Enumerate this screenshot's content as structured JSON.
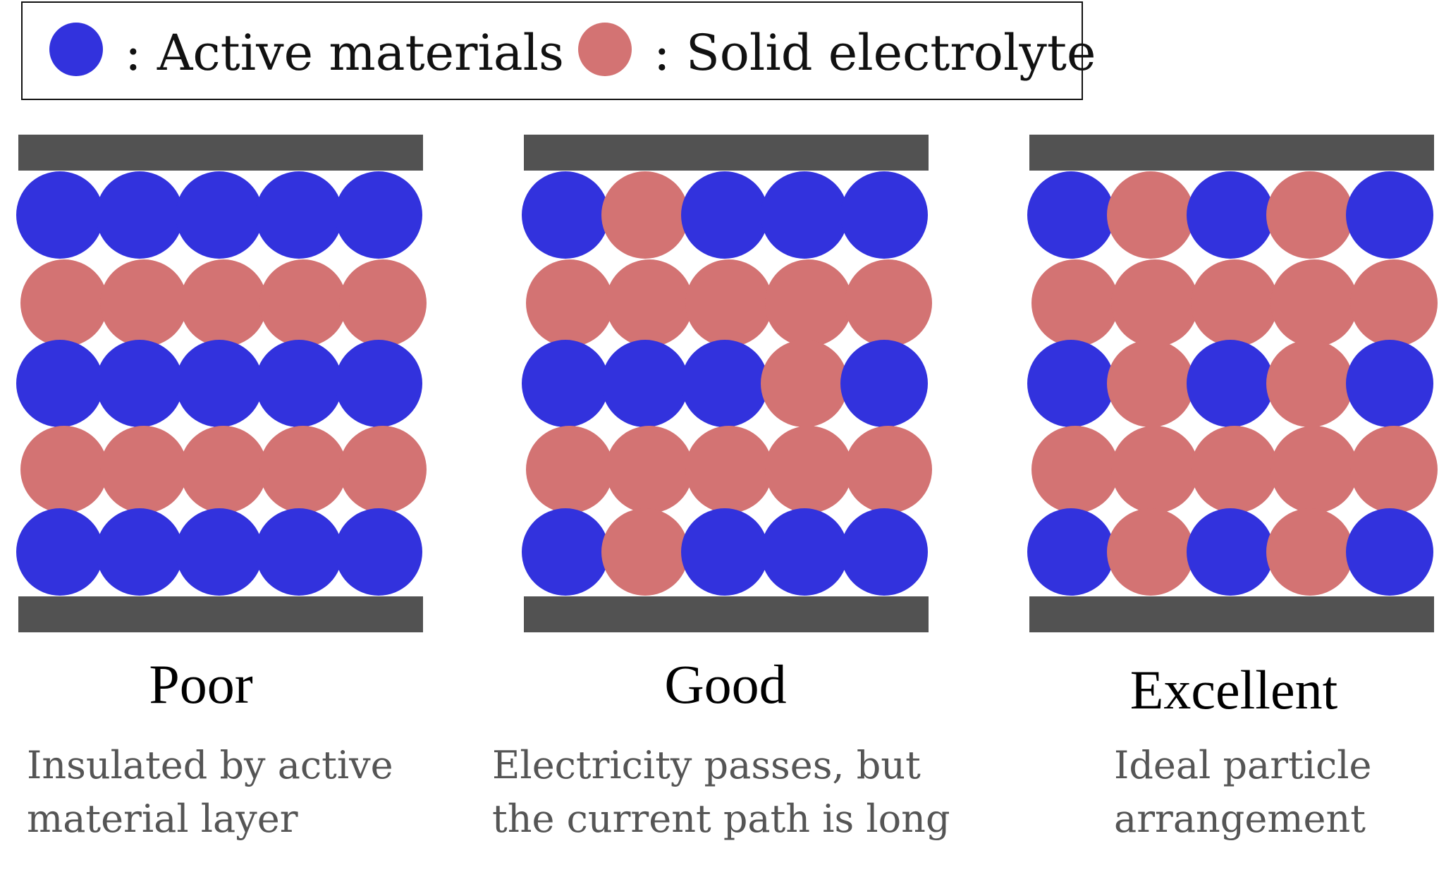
{
  "legend": {
    "active": {
      "label": ": Active materials",
      "color": "#3232dd"
    },
    "electrolyte": {
      "label": ": Solid electrolyte",
      "color": "#d37373"
    }
  },
  "colors": {
    "electrode": "#525252"
  },
  "panels": [
    {
      "title": "Poor",
      "caption_lines": [
        "Insulated by active",
        "material layer"
      ],
      "grid": [
        "AAAAA",
        "EEEEE",
        "AAAAA",
        "EEEEE",
        "AAAAA"
      ]
    },
    {
      "title": "Good",
      "caption_lines": [
        "Electricity passes, but",
        "the current path is long"
      ],
      "grid": [
        "AEAAA",
        "EEEEE",
        "AAAEA",
        "EEEEE",
        "AEAAA"
      ]
    },
    {
      "title": "Excellent",
      "caption_lines": [
        "Ideal particle",
        "arrangement"
      ],
      "grid": [
        "AEAEA",
        "EEEEE",
        "AEAEA",
        "EEEEE",
        "AEAEA"
      ]
    }
  ]
}
